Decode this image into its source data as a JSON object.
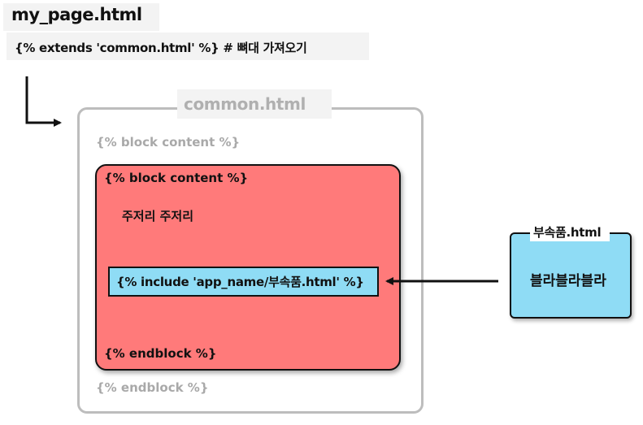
{
  "page": {
    "title": "my_page.html",
    "extends_line": "{% extends 'common.html' %} # 뼈대 가져오기"
  },
  "common": {
    "title": "common.html",
    "block_start": "{% block content %}",
    "block_end": "{% endblock %}"
  },
  "content": {
    "block_start": "{% block content %}",
    "body_text": "주저리 주저리",
    "include_line": "{% include 'app_name/부속품.html' %}",
    "block_end": "{% endblock %}"
  },
  "part": {
    "title": "부속품.html",
    "body_text": "블라블라블라"
  },
  "colors": {
    "content_fill": "#ff7a7a",
    "include_fill": "#8fdcf5",
    "common_border": "#bdbdbd",
    "muted_text": "#a9a9a9"
  }
}
